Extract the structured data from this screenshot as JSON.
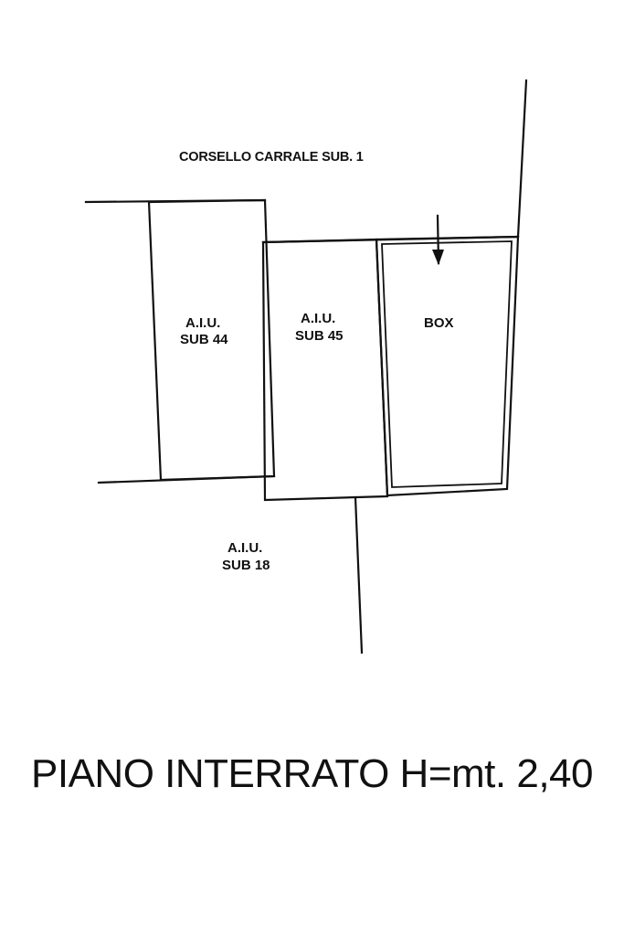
{
  "plan": {
    "corridor_label": "CORSELLO CARRALE SUB. 1",
    "units": [
      {
        "id": "sub44",
        "line1": "A.I.U.",
        "line2": "SUB 44"
      },
      {
        "id": "sub45",
        "line1": "A.I.U.",
        "line2": "SUB 45"
      },
      {
        "id": "box",
        "line1": "BOX"
      },
      {
        "id": "sub18",
        "line1": "A.I.U.",
        "line2": "SUB 18"
      }
    ]
  },
  "floor_title": "PIANO INTERRATO H=mt. 2,40"
}
